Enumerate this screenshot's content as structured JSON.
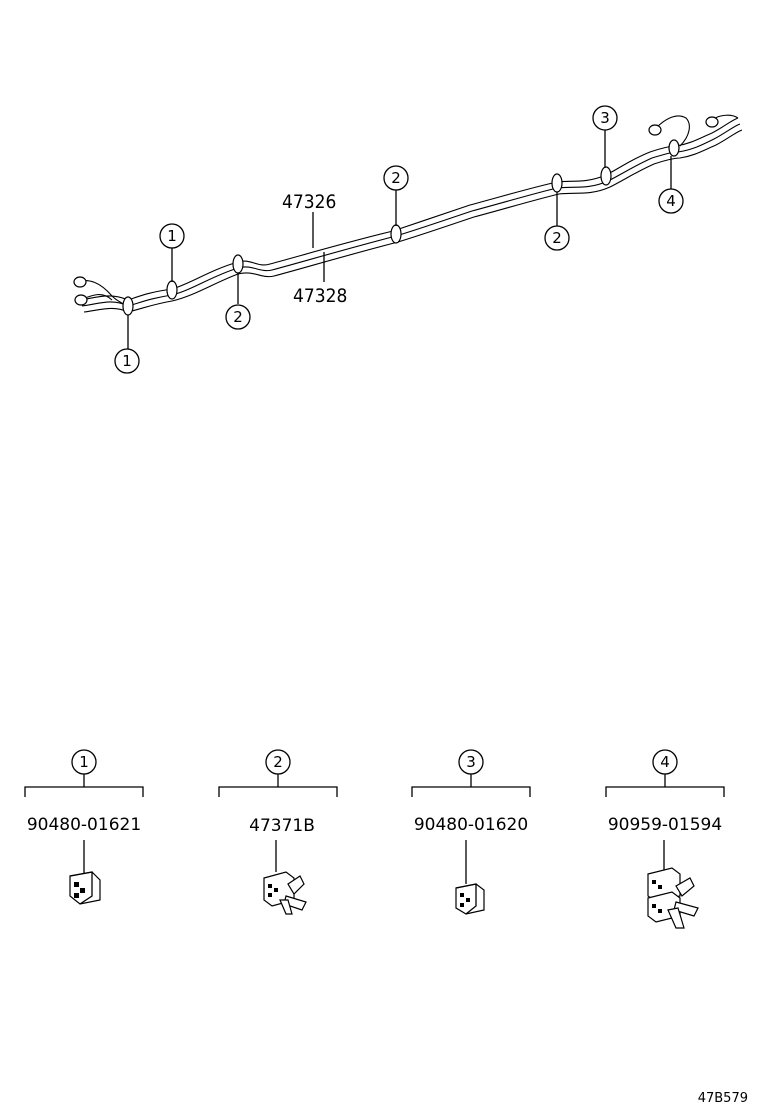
{
  "diagram": {
    "lines": [
      {
        "part_number": "47326"
      },
      {
        "part_number": "47328"
      }
    ],
    "callouts": [
      "1",
      "1",
      "2",
      "2",
      "2",
      "3",
      "4"
    ],
    "parts_legend": [
      {
        "index": "1",
        "part_number": "90480-01621"
      },
      {
        "index": "2",
        "part_number": "47371B"
      },
      {
        "index": "3",
        "part_number": "90480-01620"
      },
      {
        "index": "4",
        "part_number": "90959-01594"
      }
    ],
    "figure_code": "47B579"
  }
}
